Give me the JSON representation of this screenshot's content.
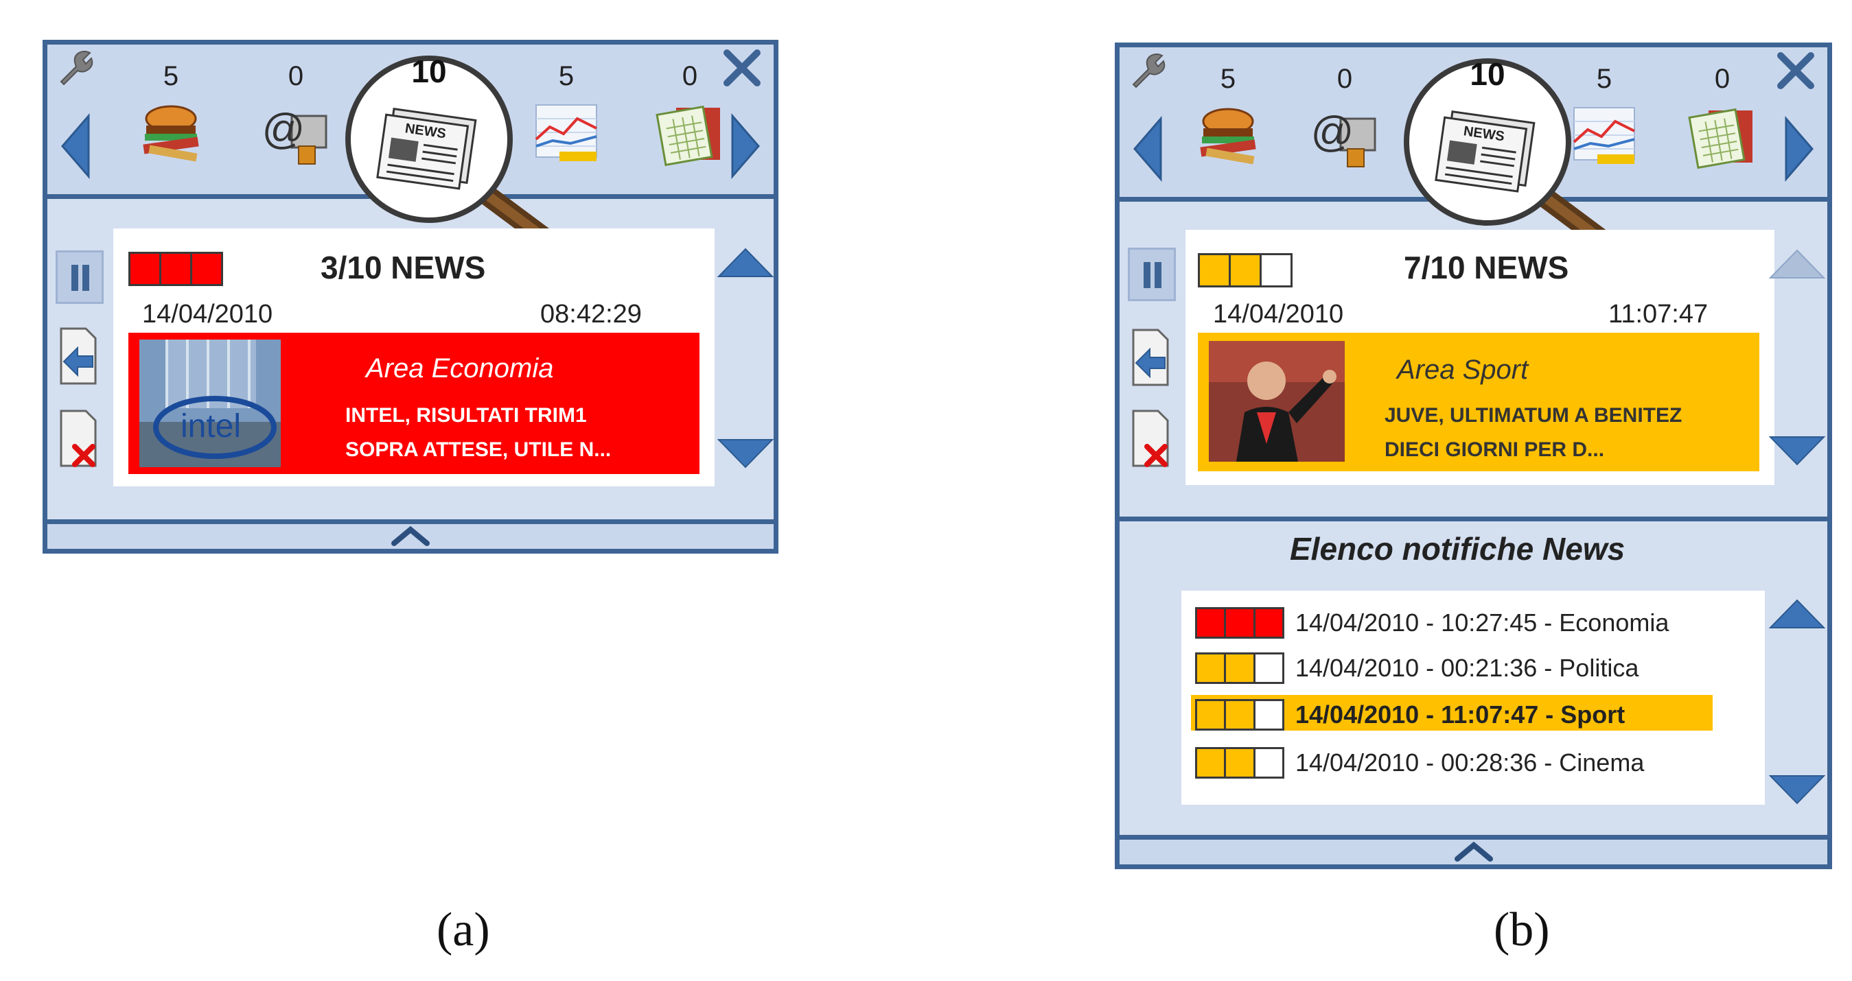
{
  "accent": "#3d6494",
  "panel_a": {
    "caption": "(a)",
    "categories": [
      {
        "count": "5",
        "icon": "food-icon"
      },
      {
        "count": "0",
        "icon": "email-icon"
      },
      {
        "count": "5",
        "icon": "finance-chart-icon"
      },
      {
        "count": "0",
        "icon": "calendar-icon"
      }
    ],
    "active_category": {
      "count": "10",
      "icon": "news-icon"
    },
    "counter": "3/10 NEWS",
    "priority": [
      "red",
      "red",
      "red"
    ],
    "date": "14/04/2010",
    "time": "08:42:29",
    "card": {
      "color": "#ff0000",
      "area": "Area Economia",
      "line1": "INTEL, RISULTATI TRIM1",
      "line2": "SOPRA ATTESE, UTILE N...",
      "thumb_text": "intel"
    }
  },
  "panel_b": {
    "caption": "(b)",
    "categories": [
      {
        "count": "5",
        "icon": "food-icon"
      },
      {
        "count": "0",
        "icon": "email-icon"
      },
      {
        "count": "5",
        "icon": "finance-chart-icon"
      },
      {
        "count": "0",
        "icon": "calendar-icon"
      }
    ],
    "active_category": {
      "count": "10",
      "icon": "news-icon"
    },
    "counter": "7/10 NEWS",
    "priority": [
      "yellow",
      "yellow",
      "white"
    ],
    "date": "14/04/2010",
    "time": "11:07:47",
    "card": {
      "color": "#ffc000",
      "area": "Area Sport",
      "line1": "JUVE, ULTIMATUM A BENITEZ",
      "line2": "DIECI GIORNI PER D..."
    },
    "list_title": "Elenco notifiche News",
    "list": [
      {
        "text": "14/04/2010 - 10:27:45 - Economia",
        "priority": [
          "red",
          "red",
          "red"
        ],
        "selected": false
      },
      {
        "text": "14/04/2010 - 00:21:36  - Politica",
        "priority": [
          "yellow",
          "yellow",
          "white"
        ],
        "selected": false
      },
      {
        "text": "14/04/2010 - 11:07:47 - Sport",
        "priority": [
          "yellow",
          "yellow",
          "white"
        ],
        "selected": true
      },
      {
        "text": "14/04/2010 - 00:28:36  - Cinema",
        "priority": [
          "yellow",
          "yellow",
          "white"
        ],
        "selected": false
      }
    ]
  }
}
